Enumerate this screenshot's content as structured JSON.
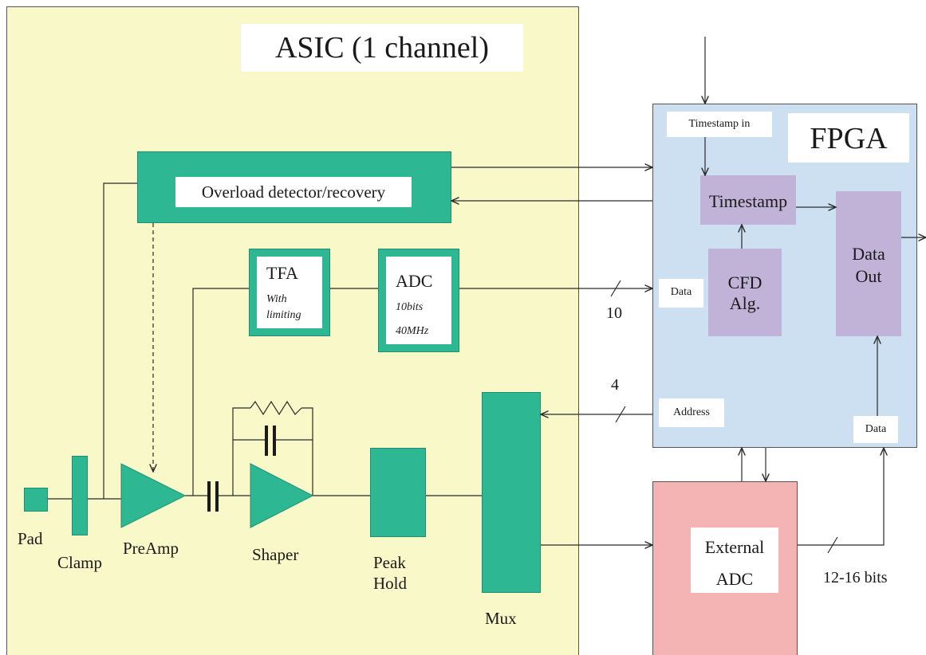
{
  "colors": {
    "asic_bg": "#f8f8c8",
    "fpga_bg": "#cce0f2",
    "green": "#2db893",
    "green_dark": "#1f8f70",
    "lavender": "#c1b3d8",
    "pink": "#f4b4b4",
    "line": "#2a2a2a"
  },
  "asic": {
    "title": "ASIC (1 channel)"
  },
  "fpga": {
    "title": "FPGA",
    "timestamp_in": "Timestamp in",
    "timestamp": "Timestamp",
    "cfd_line1": "CFD",
    "cfd_line2": "Alg.",
    "data_out_line1": "Data",
    "data_out_line2": "Out",
    "data_port": "Data",
    "address_port": "Address",
    "data_port_bottom": "Data"
  },
  "blocks": {
    "overload": "Overload detector/recovery",
    "tfa_title": "TFA",
    "tfa_line1": "With",
    "tfa_line2": "limiting",
    "adc_title": "ADC",
    "adc_line1": "10bits",
    "adc_line2": "40MHz"
  },
  "components": {
    "pad": "Pad",
    "clamp": "Clamp",
    "preamp": "PreAmp",
    "shaper": "Shaper",
    "peak_line1": "Peak",
    "peak_line2": "Hold",
    "mux": "Mux"
  },
  "external_adc": {
    "line1": "External",
    "line2": "ADC"
  },
  "bus_labels": {
    "data_bits": "10",
    "address_bits": "4",
    "ext_bits": "12-16 bits"
  }
}
